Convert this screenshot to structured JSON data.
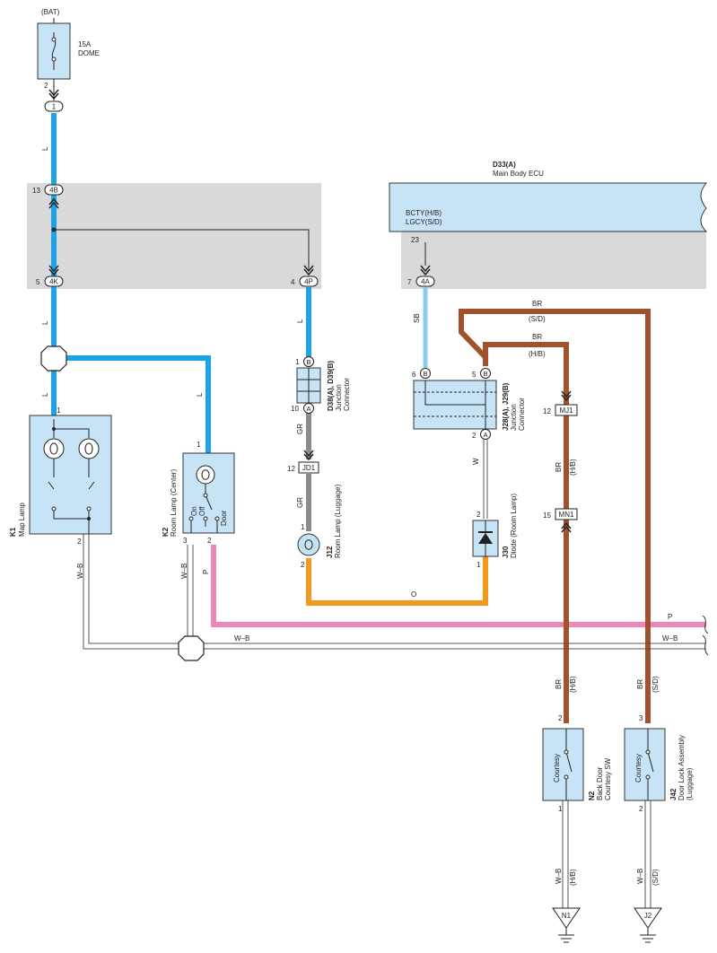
{
  "battery": {
    "label": "(BAT)"
  },
  "fuse": {
    "rating": "15A",
    "name": "DOME",
    "pin": "2"
  },
  "connectors": {
    "c1": "1",
    "c4B": "4B",
    "c4B_pin": "13",
    "c4K": "4K",
    "c4K_pin": "5",
    "c4P": "4P",
    "c4P_pin": "4",
    "c4A": "4A",
    "c4A_pin": "7",
    "jd1": "JD1",
    "jd1_pin": "12",
    "mj1": "MJ1",
    "mj1_pin": "12",
    "mn1": "MN1",
    "mn1_pin": "15"
  },
  "ecu": {
    "id": "D33(A)",
    "name": "Main Body ECU",
    "term1": "BCTY(H/B)",
    "term2": "LGCY(S/D)",
    "pin": "23"
  },
  "wires": {
    "L": "L",
    "SB": "SB",
    "GR": "GR",
    "O": "O",
    "W": "W",
    "P": "P",
    "WB": "W–B",
    "BR": "BR",
    "SD": "(S/D)",
    "HB": "(H/B)"
  },
  "components": {
    "k1": {
      "id": "K1",
      "name": "Map Lamp",
      "pin1": "1",
      "pin2": "2"
    },
    "k2": {
      "id": "K2",
      "name": "Room Lamp (Center)",
      "pin1": "1",
      "pin2": "2",
      "pin3": "3",
      "on": "On",
      "off": "Off",
      "door": "Door"
    },
    "d38": {
      "id": "D38(A), D39(B)",
      "name1": "Junction",
      "name2": "Connector",
      "pin_top": "1",
      "pin_bot": "10",
      "letter_top": "B",
      "letter_bot": "A"
    },
    "j12": {
      "id": "J12",
      "name": "Room Lamp (Luggage)",
      "pin1": "1",
      "pin2": "2"
    },
    "j28": {
      "id": "J28(A), J29(B)",
      "name1": "Junction",
      "name2": "Connector",
      "pin6": "6",
      "pin5": "5",
      "pin2": "2",
      "letter_b": "B",
      "letter_a": "A"
    },
    "j30": {
      "id": "J30",
      "name": "Diode (Room Lamp)",
      "pin1": "1",
      "pin2": "2"
    },
    "n2": {
      "id": "N2",
      "name1": "Back Door",
      "name2": "Courtesy SW",
      "label": "Courtesy",
      "pin1": "1",
      "pin2": "2"
    },
    "j42": {
      "id": "J42",
      "name1": "Door Lock Assembly",
      "name2": "(Luggage)",
      "label": "Courtesy",
      "pin2": "2",
      "pin3": "3"
    }
  },
  "grounds": {
    "n1": "N1",
    "j2": "J2"
  },
  "colors": {
    "blue": "#1aa3e8",
    "lightblue": "#8dcbee",
    "gray": "#8c8c8c",
    "orange": "#f39a1e",
    "pink": "#ee86b6",
    "brown": "#a0522d",
    "component_fill": "#c6e4f5",
    "block_fill": "#d9d9d9"
  }
}
